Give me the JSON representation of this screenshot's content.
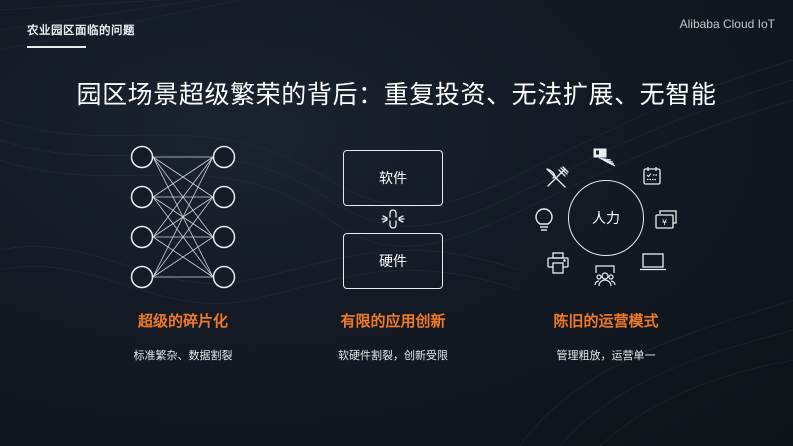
{
  "header": {
    "section_title": "农业园区面临的问题",
    "brand": "Alibaba Cloud IoT"
  },
  "headline": "园区场景超级繁荣的背后：重复投资、无法扩展、无智能",
  "columns": [
    {
      "title": "超级的碎片化",
      "subtitle": "标准繁杂、数据割裂",
      "graphic": "network-mesh-4x4"
    },
    {
      "title": "有限的应用创新",
      "subtitle": "软硬件割裂，创新受限",
      "graphic": {
        "top_box": "软件",
        "bottom_box": "硬件",
        "connector": "broken-link-icon"
      }
    },
    {
      "title": "陈旧的运营模式",
      "subtitle": "管理粗放，运营单一",
      "graphic": {
        "center": "人力",
        "icons": [
          "id-cards-icon",
          "calendar-icon",
          "yen-bill-icon",
          "laptop-icon",
          "presentation-people-icon",
          "printer-icon",
          "lightbulb-icon",
          "fork-knife-icon"
        ]
      }
    }
  ],
  "colors": {
    "accent_orange": "#ef7a2a",
    "background": "#131a24",
    "line_white": "#e8eaed"
  }
}
